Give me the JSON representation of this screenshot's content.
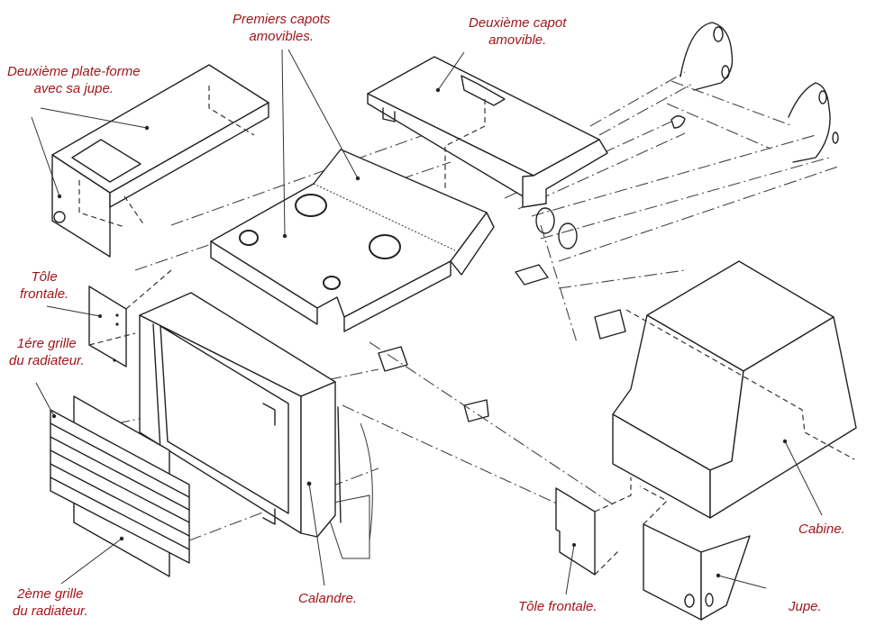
{
  "diagram": {
    "title": "Vue éclatée : carrosserie et capots",
    "label_color": "#a3161b",
    "labels": [
      {
        "id": "deuxieme-plate-forme",
        "lines": [
          "Deuxième plate-forme",
          "avec sa jupe."
        ]
      },
      {
        "id": "premiers-capots",
        "lines": [
          "Premiers capots",
          "amovibles."
        ]
      },
      {
        "id": "deuxieme-capot",
        "lines": [
          "Deuxième capot",
          "amovible."
        ]
      },
      {
        "id": "tole-frontale-gauche",
        "lines": [
          "Tôle",
          "frontale."
        ]
      },
      {
        "id": "premiere-grille",
        "lines": [
          "1ére grille",
          "du radiateur."
        ]
      },
      {
        "id": "deuxieme-grille",
        "lines": [
          "2ème grille",
          "du radiateur."
        ]
      },
      {
        "id": "calandre",
        "lines": [
          "Calandre."
        ]
      },
      {
        "id": "tole-frontale-bas",
        "lines": [
          "Tôle frontale."
        ]
      },
      {
        "id": "cabine",
        "lines": [
          "Cabine."
        ]
      },
      {
        "id": "jupe",
        "lines": [
          "Jupe."
        ]
      }
    ],
    "parts": [
      "deuxieme-plate-forme",
      "premiers-capots",
      "deuxieme-capot",
      "tole-frontale-gauche",
      "premiere-grille",
      "deuxieme-grille",
      "calandre",
      "tole-frontale-bas",
      "cabine",
      "jupe",
      "chassis"
    ]
  }
}
